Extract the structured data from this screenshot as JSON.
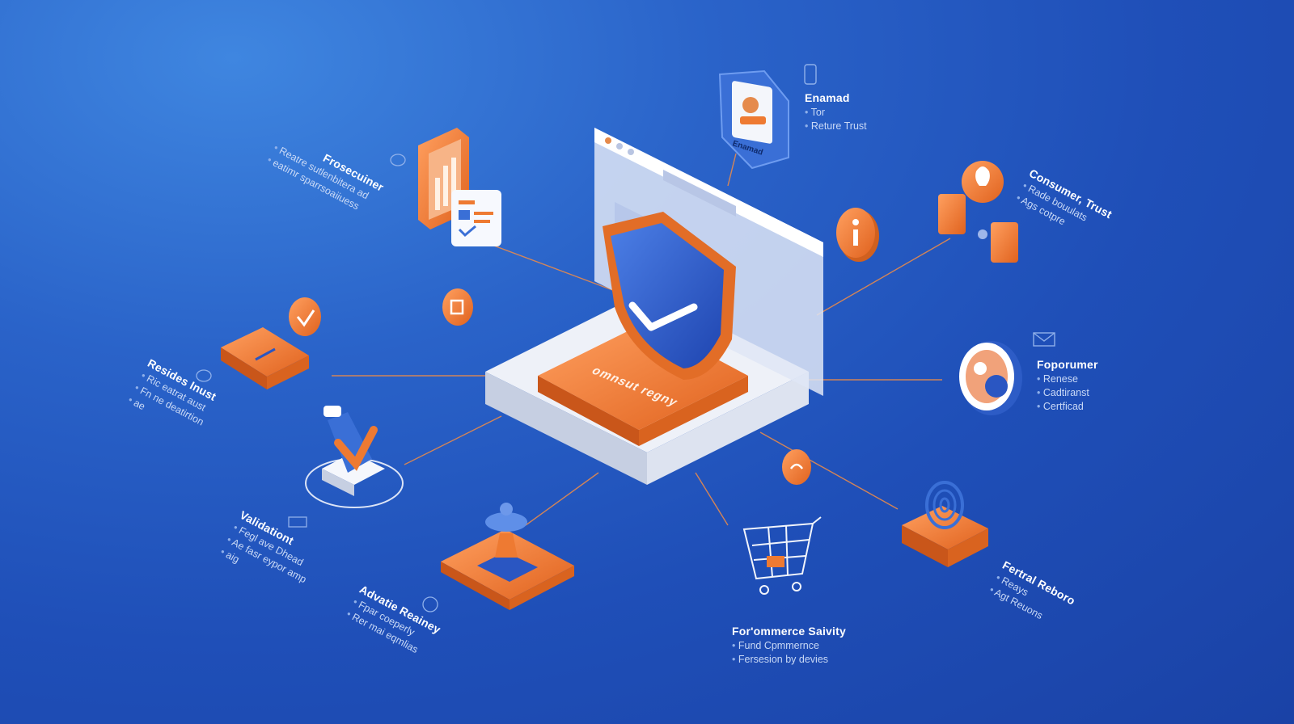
{
  "center": {
    "label": "omnsut regny"
  },
  "nodes": {
    "enamad": {
      "title": "Enamad",
      "items": [
        "Tor",
        "Reture Trust"
      ],
      "badge_text": "Enamad"
    },
    "consumer_trust": {
      "title": "Consumer, Trust",
      "items": [
        "Rade bouulats",
        "Ags cotpre"
      ]
    },
    "foporumer": {
      "title": "Foporumer",
      "items": [
        "Renese",
        "Cadtiranst",
        "Certficad"
      ]
    },
    "fertral_reboro": {
      "title": "Fertral Reboro",
      "items": [
        "Reays",
        "Agt Reuons"
      ]
    },
    "ecommerce": {
      "title": "For'ommerce Saivity",
      "items": [
        "Fund Cpmmernce",
        "Fersesion by devies"
      ]
    },
    "advative": {
      "title": "Advatie Reainey",
      "items": [
        "Fpar coeperly",
        "Rer mai eqmlias"
      ]
    },
    "validation": {
      "title": "Validationt",
      "items": [
        "Fegl ave Dhead",
        "Ae fasr eypor amp",
        "aig"
      ]
    },
    "resides_trust": {
      "title": "Resides Inust",
      "items": [
        "Ric eatrat aust",
        "Fn ne deatirtion",
        "ae"
      ]
    },
    "frosecuiner": {
      "title": "Frosecuiner",
      "items": [
        "Reatre sutlenbitera ad",
        "eatimr sparrsoaiiuess"
      ]
    }
  },
  "colors": {
    "bg_light": "#3f86e0",
    "bg_dark": "#1a42a6",
    "accent_orange": "#ee7a32",
    "shield_blue": "#2e5bc9",
    "platform_white": "#f2f4f8"
  },
  "icons": [
    "shield-check-icon",
    "bar-chart-icon",
    "document-icon",
    "info-icon",
    "lightbulb-gear-icon",
    "person-badge-icon",
    "cart-icon",
    "fingerprint-icon",
    "lamp-icon",
    "checkmark-icon",
    "chat-icon"
  ]
}
